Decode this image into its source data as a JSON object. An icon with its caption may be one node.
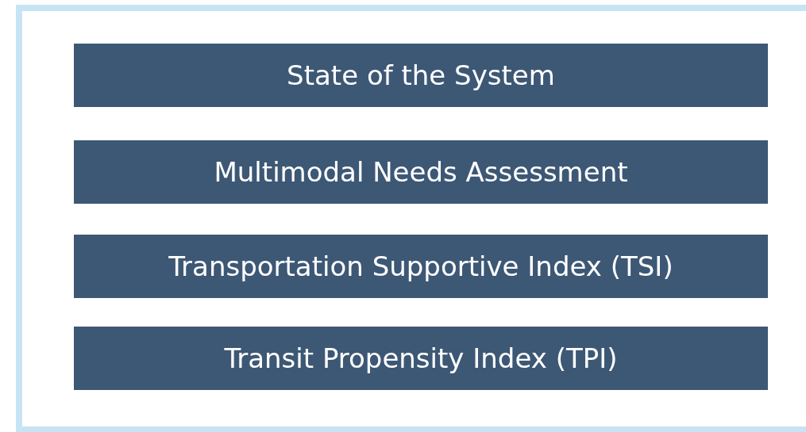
{
  "diagram": {
    "nodes": [
      {
        "text": [],
        "shape": "box"
      },
      {
        "text": [
          "State of the System"
        ],
        "in": 0
      },
      {
        "text": [
          "Multimodal Needs Assessment"
        ],
        "in": 0
      },
      {
        "text": [
          "Transportation Supportive Index (TSI)"
        ],
        "in": 0
      },
      {
        "text": [
          "Transit Propensity Index (TPI)"
        ],
        "in": 0
      }
    ]
  }
}
